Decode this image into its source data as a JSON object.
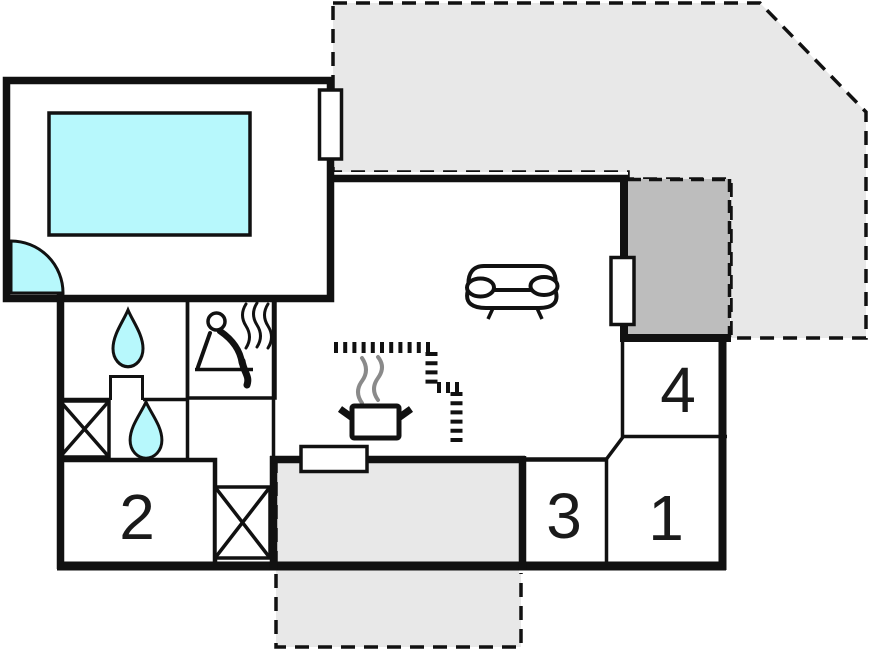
{
  "plan": {
    "kind": "vacation-home-floor-plan",
    "rooms": [
      {
        "id": "room-1",
        "label": "1"
      },
      {
        "id": "room-2",
        "label": "2"
      },
      {
        "id": "room-3",
        "label": "3"
      },
      {
        "id": "room-4",
        "label": "4"
      }
    ],
    "icons": [
      "pool-icon",
      "door-swing-icon",
      "water-drop-icon",
      "water-drop-icon",
      "sauna-person-icon",
      "heat-waves-icon",
      "steam-icon",
      "cooking-pot-icon",
      "sofa-icon",
      "wardrobe-cross-icon",
      "wardrobe-cross-icon",
      "window-icon",
      "window-icon",
      "window-icon",
      "kitchen-counter-dashes",
      "terrace-outline",
      "covered-terrace"
    ],
    "colors": {
      "wall": "#111111",
      "water": "#b7f8fc",
      "terrace": "#e8e8e8",
      "covered_terrace": "#bdbdbd",
      "steam": "#8a8a8a",
      "text": "#1a1a1a",
      "bg": "#ffffff"
    }
  }
}
